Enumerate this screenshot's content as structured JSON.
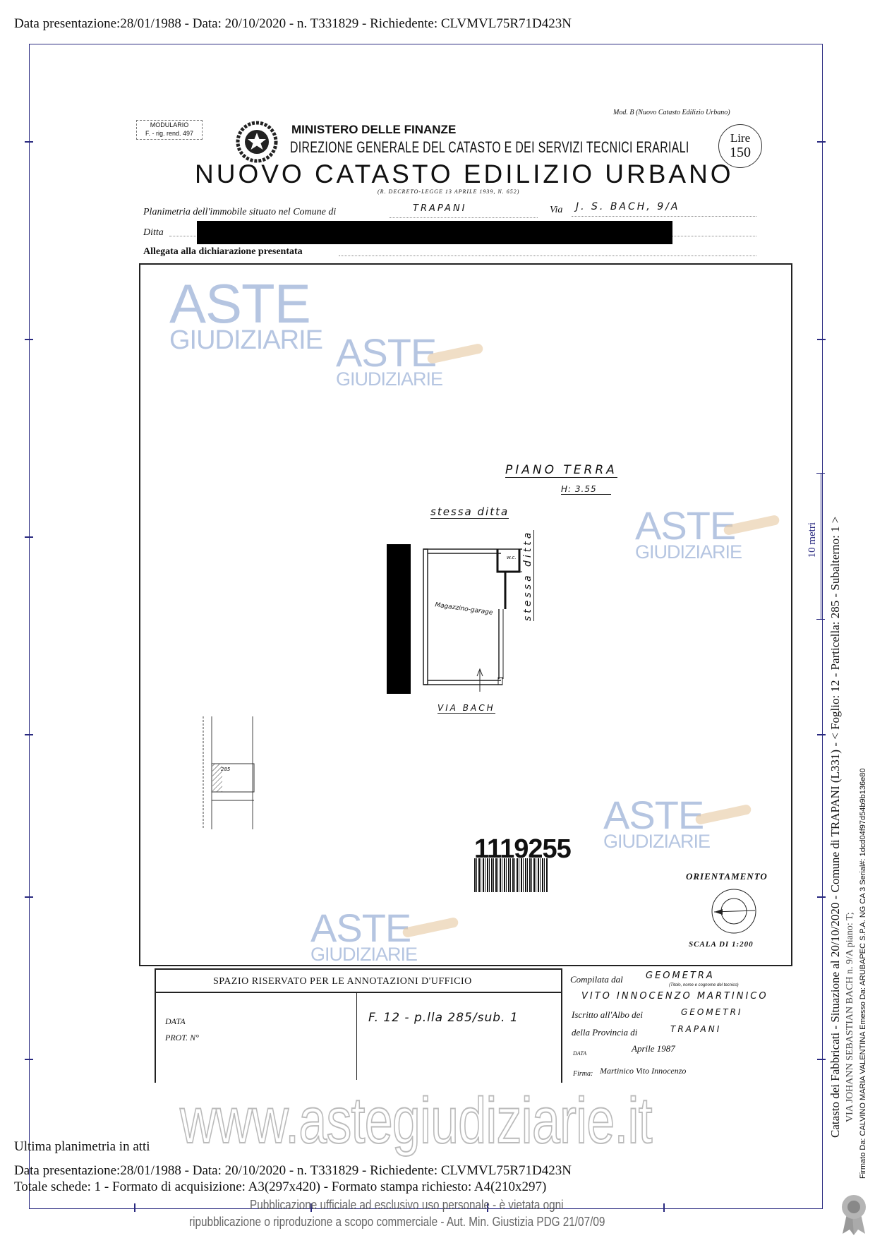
{
  "header_line": "Data presentazione:28/01/1988 - Data: 20/10/2020 - n. T331829 - Richiedente: CLVMVL75R71D423N",
  "form": {
    "modulario": "MODULARIO",
    "modulario_sub": "F. - rig. rend.  497",
    "mod_b": "Mod. B (Nuovo Catasto Edilizio Urbano)",
    "ministero": "MINISTERO DELLE FINANZE",
    "direzione": "DIREZIONE GENERALE DEL CATASTO E DEI SERVIZI TECNICI ERARIALI",
    "title": "NUOVO CATASTO EDILIZIO URBANO",
    "decreto": "(R. DECRETO-LEGGE 13 APRILE 1939, N. 652)",
    "lire_label": "Lire",
    "lire_value": "150",
    "planimetria_label": "Planimetria dell'immobile situato nel Comune di",
    "comune": "TRAPANI",
    "via_label": "Via",
    "via": "J. S. BACH, 9/A",
    "ditta_label": "Ditta",
    "allegata_label": "Allegata alla dichiarazione presentata"
  },
  "plan": {
    "floor": "PIANO TERRA",
    "height": "H: 3.55",
    "stessa_ditta_top": "stessa ditta",
    "stessa_ditta_right": "stessa ditta",
    "room": "Magazzino-garage",
    "wc": "w.c.",
    "street": "VIA BACH",
    "parcel": "285",
    "barcode": "1119255",
    "orientamento": "ORIENTAMENTO",
    "scala": "SCALA DI 1:200"
  },
  "annotations": {
    "header": "SPAZIO RISERVATO PER LE ANNOTAZIONI D'UFFICIO",
    "data_label": "DATA",
    "prot_label": "PROT. N°",
    "note": "F. 12 - p.lla 285/sub. 1"
  },
  "compiler": {
    "compilata_label": "Compilata dal",
    "title": "GEOMETRA",
    "title_hint": "(Titolo, nome e cognome del tecnico)",
    "name": "VITO INNOCENZO MARTINICO",
    "albo_label": "Iscritto all'Albo dei",
    "albo": "GEOMETRI",
    "provincia_label": "della Provincia di",
    "provincia": "TRAPANI",
    "data_label": "DATA",
    "data": "Aprile 1987",
    "firma_label": "Firma:",
    "firma": "Martinico Vito Innocenzo"
  },
  "watermark": {
    "aste": "ASTE",
    "giudiziarie": "GIUDIZIARIE",
    "site": "www.astegiudiziarie.it",
    "notice_1": "Pubblicazione ufficiale ad esclusivo uso personale - è vietata ogni",
    "notice_2": "ripubblicazione o riproduzione a scopo commerciale - Aut. Min. Giustizia PDG 21/07/09"
  },
  "footer": {
    "ultima": "Ultima planimetria in atti",
    "data_line": "Data presentazione:28/01/1988 - Data: 20/10/2020 - n. T331829 - Richiedente: CLVMVL75R71D423N",
    "totale_line": "Totale schede: 1 - Formato di acquisizione: A3(297x420) - Formato stampa richiesto: A4(210x297)"
  },
  "side": {
    "catasto_line": "Catasto dei Fabbricati - Situazione al 20/10/2020 - Comune di TRAPANI (L331) - < Foglio: 12 - Particella: 285 - Subalterno: 1 >",
    "address_line": "VIA JOHANN SEBASTIAN BACH n. 9/A piano: T;",
    "firmato_line": "Firmato Da: CALVINO MARIA VALENTINA Emesso Da: ARUBAPEC S.P.A. NG CA 3 Serial#: 1dcd04f97d54b9b136e80",
    "scale": "10 metri"
  }
}
